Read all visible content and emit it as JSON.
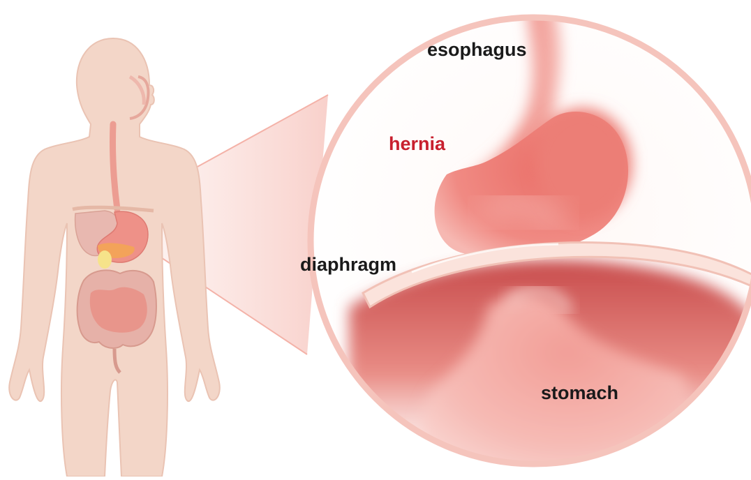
{
  "labels": {
    "esophagus": "esophagus",
    "hernia": "hernia",
    "diaphragm": "diaphragm",
    "stomach": "stomach"
  },
  "colors": {
    "label_text": "#1a1a1a",
    "hernia_label": "#c8202e",
    "body_fill": "#f3d6c8",
    "body_stroke": "#e9bfae",
    "circle_ring": "#f5c4bc",
    "tissue_light": "#f6b3ac",
    "tissue_mid": "#ee8a82",
    "tissue_dark": "#d9605c",
    "diaphragm_band": "#fbe3dc",
    "pancreas": "#f3a35a",
    "gallbladder": "#f6e38a"
  },
  "icons": [
    "human-body-silhouette",
    "digestive-system-organs",
    "zoom-callout",
    "hiatal-hernia-closeup"
  ]
}
